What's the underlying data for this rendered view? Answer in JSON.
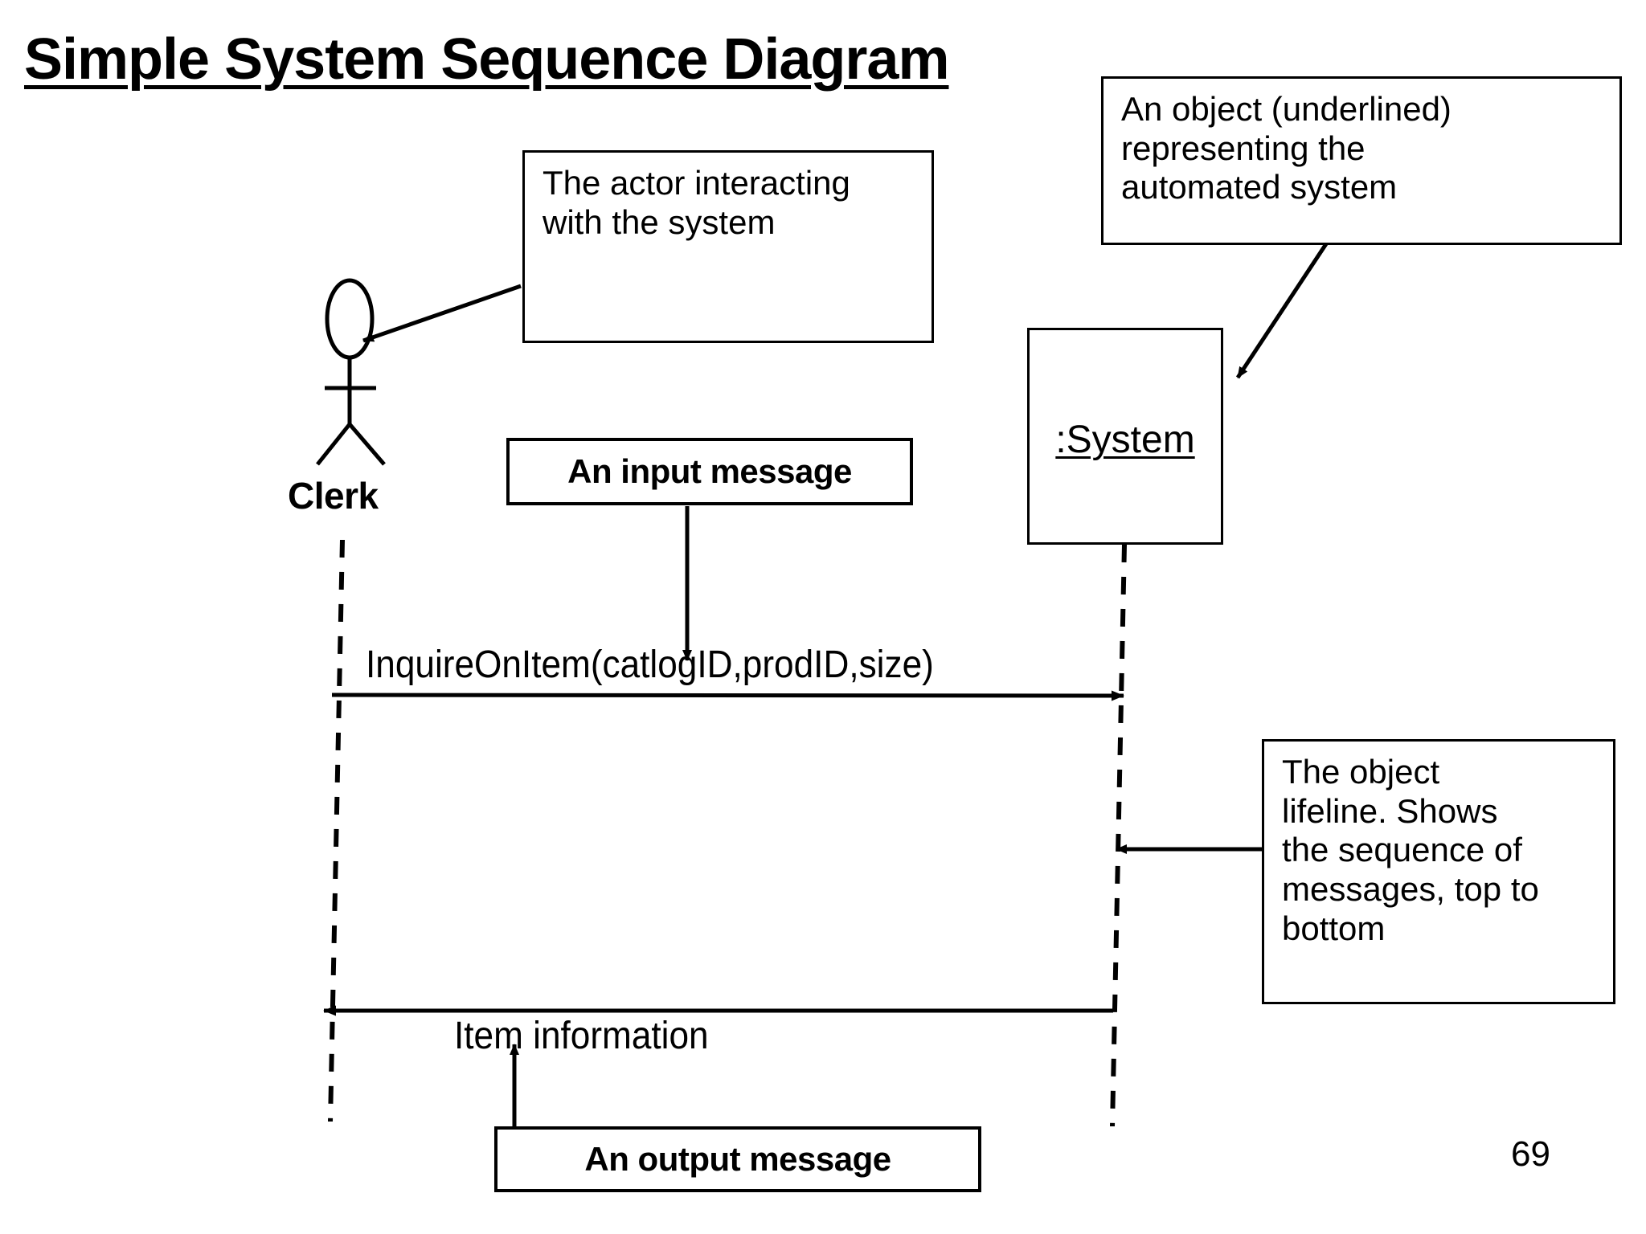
{
  "slide": {
    "title": "Simple System Sequence Diagram",
    "page_number": "69"
  },
  "actor": {
    "name": "Clerk",
    "icon": "stick-figure-actor-icon"
  },
  "system_object": {
    "label": ":System",
    "underlined": true
  },
  "messages": [
    {
      "id": "request",
      "label": "InquireOnItem(catlogID,prodID,size)",
      "direction": "actor-to-system",
      "kind": "input"
    },
    {
      "id": "response",
      "label": "Item information",
      "direction": "system-to-actor",
      "kind": "output"
    }
  ],
  "callouts": {
    "actor_note": {
      "lines": [
        "The actor interacting",
        "with the system"
      ],
      "bold": false
    },
    "object_note": {
      "lines": [
        "An object (underlined)",
        "representing the",
        "automated system"
      ],
      "bold": false
    },
    "input_note": {
      "label": "An input message",
      "bold": true
    },
    "output_note": {
      "label": "An output message",
      "bold": true
    },
    "lifeline_note": {
      "lines": [
        "The object",
        "lifeline. Shows",
        "the sequence of",
        "messages, top to",
        "bottom"
      ],
      "bold": false
    }
  },
  "colors": {
    "stroke": "#000000",
    "background": "#ffffff"
  }
}
